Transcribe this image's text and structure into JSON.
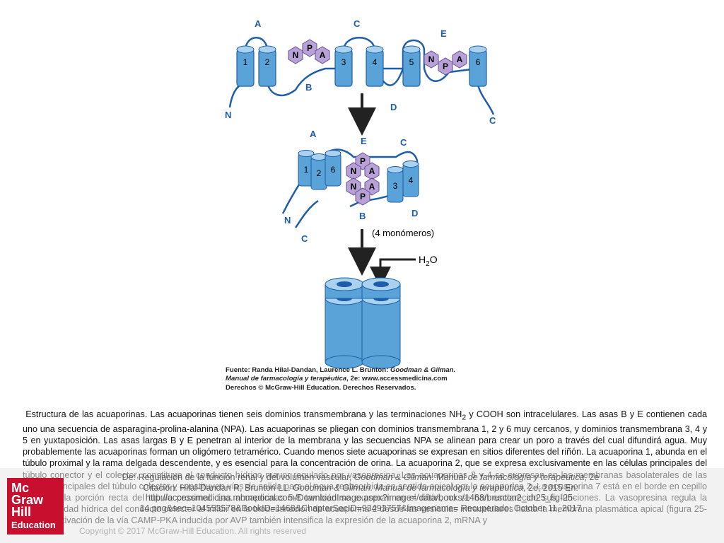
{
  "figure": {
    "labels": {
      "A": "A",
      "B": "B",
      "C": "C",
      "D": "D",
      "E": "E",
      "N": "N",
      "P": "P",
      "NH_end": "N",
      "C_end": "C",
      "helix1": "1",
      "helix2": "2",
      "helix3": "3",
      "helix4": "4",
      "helix5": "5",
      "helix6": "6",
      "monomers": "(4 monómeros)",
      "water_main": "H",
      "water_sub": "2",
      "water_tail": "O"
    },
    "colors": {
      "helix": "#5aa3d9",
      "helix_top": "#a9d1f0",
      "npa": "#b7a1d6",
      "line": "#1e5ea8",
      "arrow": "#222222"
    },
    "source": {
      "prefix": "Fuente: Randa Hilal-Dandan, Laurence L. Brunton: ",
      "book_italic_1": "Goodman & Gilman.",
      "book_italic_2": "Manual de farmacología y terapéutica",
      "suffix_2": ", 2e: www.accessmedicina.com",
      "rights": "Derechos © McGraw-Hill Education. Derechos Reservados."
    }
  },
  "caption": {
    "text_a": "Estructura de las acuaporinas. Las acuaporinas tienen seis dominios transmembrana y las terminaciones NH",
    "sub": "2",
    "text_b": " y COOH son intracelulares. Las asas B y E contienen cada uno una secuencia de asparagina-prolina-alanina (NPA). Las acuaporinas se pliegan con dominios transmembrana 1, 2 y 6 muy cercanos, y dominios transmembrana 3, 4 y 5 en yuxtaposición. Las asas largas B y E penetran al interior de la membrana y las secuencias NPA se alinean para crear un poro a través del cual difundirá agua. Muy probablemente las acuaporinas forman un oligómero tetramérico. Cuando menos siete acuaporinas se expresan en sitios diferentes del riñón. La acuaporina 1, abunda en el túbulo proximal y la rama delgada descendente, y es esencial para la concentración de orina. La acuaporina 2, que se expresa exclusivamente en las células principales del túbulo conector y el colector, constituye el conducto hídrico mayor regulado por vasopresina. Las acuaporinas 3 y 4 se expresan en las membranas basolaterales de las células principales del túbulo colector y constituyen vías de salida para el agua reabsorbida en sentido apical por la acuaporina 2. La acuaporina 7 está en el borde en cepillo apical de la porción recta del túbulo proximal. Las acuaporinas 5-8 también se expresan en el riñón, no se han esclarecido sus funciones. La vasopresina regula la permeabilidad hídrica del conducto colector al influir en la biodestinación de acuaporina 2 desde las vesículas intracelulares hasta la membrana plasmática apical (figura 25-13). La activación de la vía CAMP-PKA inducida por AVP también intensifica la expresión de la acuaporina 2, mRNA y"
  },
  "logo": {
    "line1": "Mc",
    "line2": "Graw",
    "line3": "Hill",
    "line4": "Education"
  },
  "citation": {
    "de_prefix": "De: Regulación de la función renal y del volumen vascular, ",
    "de_italic": "Goodman & Gilman. Manual de farmacología y terapéutica",
    "de_suffix": ", 2e",
    "cit_prefix": "Citación: Hilal-Dandan R, Brunton LL. ",
    "cit_italic": "Goodman & Gilman. Manual de farmacología y terapéutica",
    "cit_suffix": ", 2e; 2015 En:",
    "url_line": "http://accessmedicina.mhmedical.com/DownloadImage.aspx?image=/data/books/1468/brunton2_ch25_fig-25-",
    "url_line2": "14.png&sec=104553578&BookID=1468&ChapterSecID=93493757&imagename= Recuperado: October 11, 2017"
  },
  "copyright": "Copyright © 2017 McGraw-Hill Education. All rights reserved"
}
